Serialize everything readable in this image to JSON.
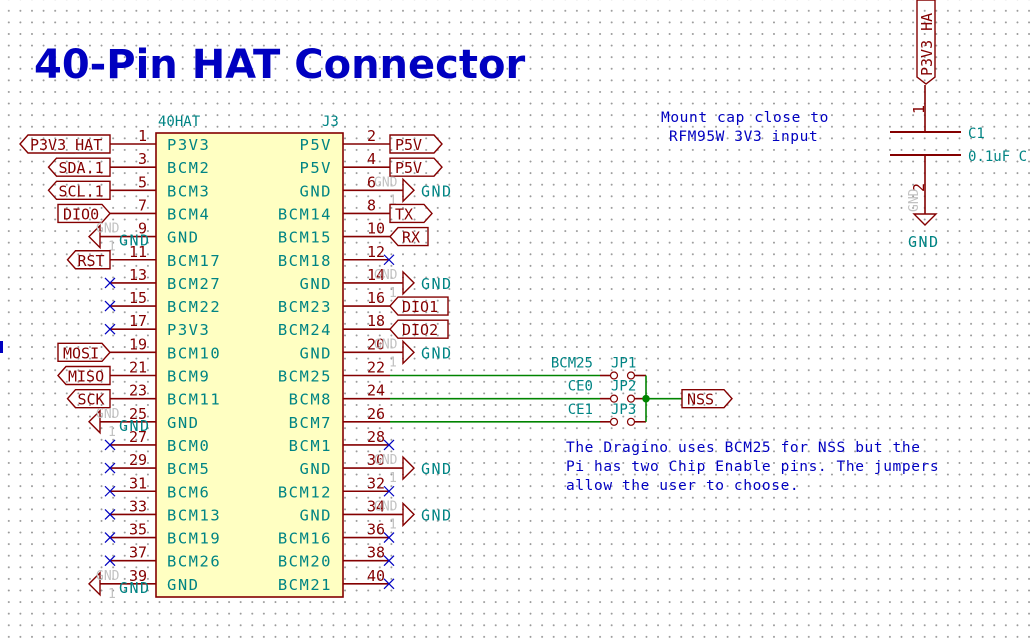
{
  "title": "40-Pin HAT Connector",
  "connector": {
    "value": "40HAT",
    "reference": "J3",
    "body_color": "#ffffc2",
    "left_pins": [
      {
        "num": "1",
        "name": "P3V3",
        "net": "P3V3_HAT",
        "kind": "label"
      },
      {
        "num": "3",
        "name": "BCM2",
        "net": "SDA.1",
        "kind": "label"
      },
      {
        "num": "5",
        "name": "BCM3",
        "net": "SCL.1",
        "kind": "label"
      },
      {
        "num": "7",
        "name": "BCM4",
        "net": "DIO0",
        "kind": "label-out"
      },
      {
        "num": "9",
        "name": "GND",
        "net": "GND",
        "kind": "gnd"
      },
      {
        "num": "11",
        "name": "BCM17",
        "net": "RST",
        "kind": "label"
      },
      {
        "num": "13",
        "name": "BCM27",
        "net": "",
        "kind": "nc"
      },
      {
        "num": "15",
        "name": "BCM22",
        "net": "",
        "kind": "nc"
      },
      {
        "num": "17",
        "name": "P3V3",
        "net": "",
        "kind": "nc"
      },
      {
        "num": "19",
        "name": "BCM10",
        "net": "MOSI",
        "kind": "label-out"
      },
      {
        "num": "21",
        "name": "BCM9",
        "net": "MISO",
        "kind": "label"
      },
      {
        "num": "23",
        "name": "BCM11",
        "net": "SCK",
        "kind": "label"
      },
      {
        "num": "25",
        "name": "GND",
        "net": "GND",
        "kind": "gnd"
      },
      {
        "num": "27",
        "name": "BCM0",
        "net": "",
        "kind": "nc"
      },
      {
        "num": "29",
        "name": "BCM5",
        "net": "",
        "kind": "nc"
      },
      {
        "num": "31",
        "name": "BCM6",
        "net": "",
        "kind": "nc"
      },
      {
        "num": "33",
        "name": "BCM13",
        "net": "",
        "kind": "nc"
      },
      {
        "num": "35",
        "name": "BCM19",
        "net": "",
        "kind": "nc"
      },
      {
        "num": "37",
        "name": "BCM26",
        "net": "",
        "kind": "nc"
      },
      {
        "num": "39",
        "name": "GND",
        "net": "GND",
        "kind": "gnd"
      }
    ],
    "right_pins": [
      {
        "num": "2",
        "name": "P5V",
        "net": "P5V",
        "kind": "label-out"
      },
      {
        "num": "4",
        "name": "P5V",
        "net": "P5V",
        "kind": "label-out"
      },
      {
        "num": "6",
        "name": "GND",
        "net": "GND",
        "kind": "gnd"
      },
      {
        "num": "8",
        "name": "BCM14",
        "net": "TX",
        "kind": "label-out"
      },
      {
        "num": "10",
        "name": "BCM15",
        "net": "RX",
        "kind": "label"
      },
      {
        "num": "12",
        "name": "BCM18",
        "net": "",
        "kind": "nc"
      },
      {
        "num": "14",
        "name": "GND",
        "net": "GND",
        "kind": "gnd"
      },
      {
        "num": "16",
        "name": "BCM23",
        "net": "DIO1",
        "kind": "label"
      },
      {
        "num": "18",
        "name": "BCM24",
        "net": "DIO2",
        "kind": "label"
      },
      {
        "num": "20",
        "name": "GND",
        "net": "GND",
        "kind": "gnd"
      },
      {
        "num": "22",
        "name": "BCM25",
        "net": "",
        "kind": "jumper"
      },
      {
        "num": "24",
        "name": "BCM8",
        "net": "",
        "kind": "jumper"
      },
      {
        "num": "26",
        "name": "BCM7",
        "net": "",
        "kind": "jumper"
      },
      {
        "num": "28",
        "name": "BCM1",
        "net": "",
        "kind": "nc"
      },
      {
        "num": "30",
        "name": "GND",
        "net": "GND",
        "kind": "gnd"
      },
      {
        "num": "32",
        "name": "BCM12",
        "net": "",
        "kind": "nc"
      },
      {
        "num": "34",
        "name": "GND",
        "net": "GND",
        "kind": "gnd"
      },
      {
        "num": "36",
        "name": "BCM16",
        "net": "",
        "kind": "nc"
      },
      {
        "num": "38",
        "name": "BCM20",
        "net": "",
        "kind": "nc"
      },
      {
        "num": "40",
        "name": "BCM21",
        "net": "",
        "kind": "nc"
      }
    ]
  },
  "gnd_symbol": {
    "ghost_ref": "GND",
    "ghost_pin": "1",
    "label": "GND"
  },
  "jumpers": [
    {
      "ref": "JP1",
      "net": "BCM25"
    },
    {
      "ref": "JP2",
      "net": "CE0"
    },
    {
      "ref": "JP3",
      "net": "CE1"
    }
  ],
  "nss_label": "NSS",
  "notes": {
    "jumper_note": [
      "The Dragino uses BCM25 for NSS but the",
      "Pi has two Chip Enable pins. The jumpers",
      "allow the user to choose."
    ],
    "cap_note": [
      "Mount cap close to",
      "RFM95W 3V3 input"
    ]
  },
  "capacitor": {
    "ref": "C1",
    "value": "0.1uF C",
    "pin1": "1",
    "pin2": "2",
    "top_net": "P3V3_HA",
    "gnd_label": "GND"
  },
  "colors": {
    "wire": "#840000",
    "net_wire": "#008400",
    "text_cyan": "#008484",
    "text_blue": "#0000c0"
  }
}
